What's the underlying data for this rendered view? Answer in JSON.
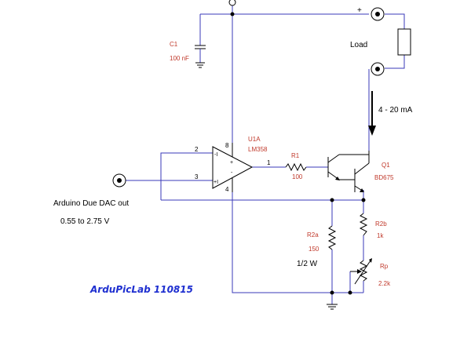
{
  "supply": {
    "plus_label": "+"
  },
  "capacitor": {
    "ref": "C1",
    "value": "100 nF"
  },
  "load": {
    "label": "Load"
  },
  "current": {
    "label": "4 - 20 mA"
  },
  "opamp": {
    "ref": "U1A",
    "part": "LM358",
    "pin_inv": "2",
    "pin_noninv": "3",
    "pin_out": "1",
    "pin_vcc": "8",
    "pin_gnd": "4",
    "sym_minus": "-I",
    "sym_plus": "+I",
    "sym_tri_plus": "+",
    "sym_tri_minus": "-"
  },
  "r1": {
    "ref": "R1",
    "value": "100"
  },
  "q1": {
    "ref": "Q1",
    "part": "BD675"
  },
  "r2a": {
    "ref": "R2a",
    "value": "150"
  },
  "r2b": {
    "ref": "R2b",
    "value": "1k"
  },
  "rp": {
    "ref": "Rp",
    "value": "2.2k"
  },
  "power_note": "1/2 W",
  "input": {
    "label": "Arduino Due DAC out",
    "range": "0.55 to 2.75 V"
  },
  "brand": "ArduPicLab 110815",
  "colors": {
    "wire": "#3a3ab8",
    "label_red": "#c0392b",
    "brand": "#1e2fd0"
  }
}
